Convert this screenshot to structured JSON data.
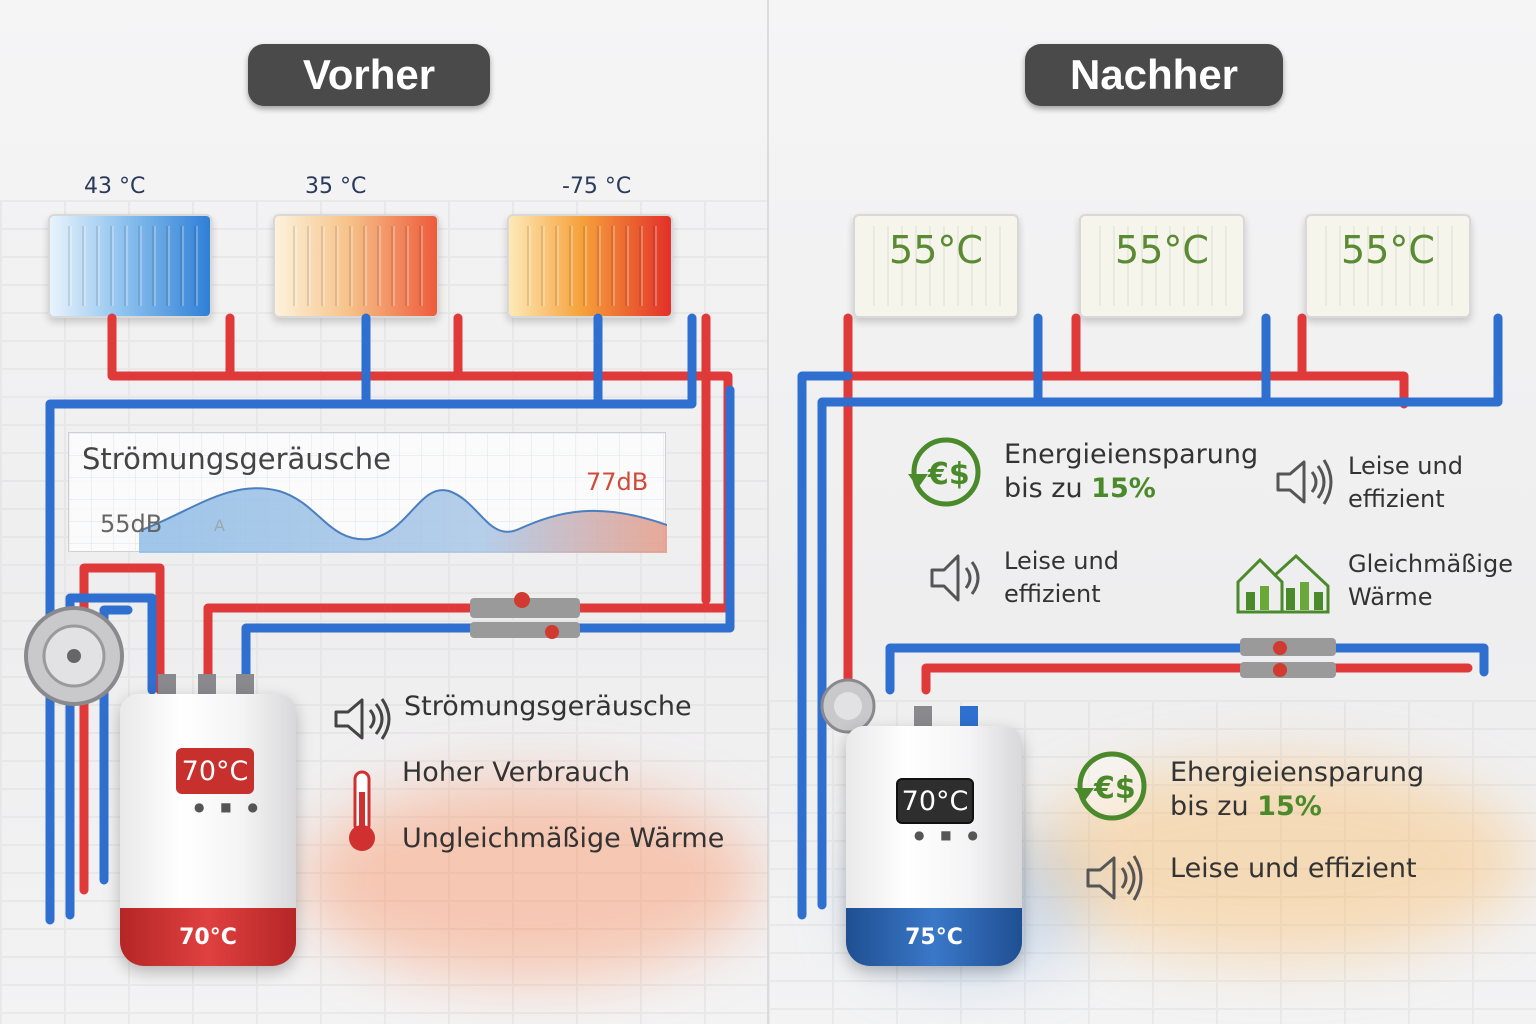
{
  "left": {
    "title": "Vorher",
    "radiators": [
      {
        "label": "43 °C",
        "fill": "cold"
      },
      {
        "label": "35 °C",
        "fill": "mixed"
      },
      {
        "label": "-75 °C",
        "fill": "hot"
      }
    ],
    "chart": {
      "title": "Strömungsgeräusche",
      "min_label": "55dB",
      "max_label": "77dB",
      "marker": "A"
    },
    "boiler": {
      "display": "70°C",
      "base": "70°C",
      "base_color": "#d03030"
    },
    "features": [
      {
        "icon": "speaker-icon",
        "text": "Strömungsgeräusche"
      },
      {
        "icon": "thermometer-icon",
        "text": "Hoher Verbrauch"
      },
      {
        "icon": "thermometer-icon",
        "text": "Ungleichmäßige Wärme"
      }
    ]
  },
  "right": {
    "title": "Nachher",
    "radiators": [
      {
        "label": "55°C"
      },
      {
        "label": "55°C"
      },
      {
        "label": "55°C"
      }
    ],
    "boiler": {
      "display": "70°C",
      "base": "75°C",
      "base_color": "#2b64b0"
    },
    "features": {
      "savings_top": {
        "line1": "Energieiensparung",
        "line2_prefix": "bis zu ",
        "line2_value": "15%"
      },
      "quiet_top": {
        "line1": "Leise und",
        "line2": "effizient"
      },
      "quiet_mid": {
        "line1": "Leise und",
        "line2": "effizient"
      },
      "even_heat": {
        "line1": "Gleichmäßige",
        "line2": "Wärme"
      },
      "savings_bottom": {
        "line1": "Ehergieiensparung",
        "line2_prefix": "bis zu ",
        "line2_value": "15%"
      },
      "quiet_bottom": {
        "line1": "Leise und effizient"
      }
    }
  },
  "colors": {
    "pipe_hot": "#e0393a",
    "pipe_cold": "#2f6fd0",
    "accent_green": "#4a8a2a",
    "pill_bg": "#4a4a4a"
  }
}
